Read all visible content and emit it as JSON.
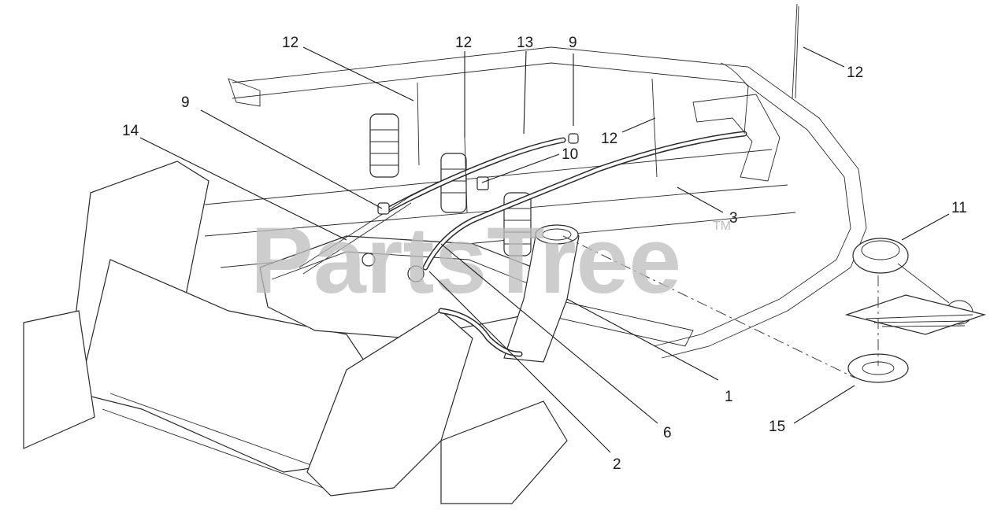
{
  "diagram": {
    "watermark": "PartsTree",
    "trademark": "TM",
    "callouts": [
      {
        "id": "c12a",
        "label": "12"
      },
      {
        "id": "c12b",
        "label": "12"
      },
      {
        "id": "c13",
        "label": "13"
      },
      {
        "id": "c9a",
        "label": "9"
      },
      {
        "id": "c12c",
        "label": "12"
      },
      {
        "id": "c9b",
        "label": "9"
      },
      {
        "id": "c14",
        "label": "14"
      },
      {
        "id": "c10",
        "label": "10"
      },
      {
        "id": "c12d",
        "label": "12"
      },
      {
        "id": "c3",
        "label": "3"
      },
      {
        "id": "c11",
        "label": "11"
      },
      {
        "id": "c1",
        "label": "1"
      },
      {
        "id": "c6",
        "label": "6"
      },
      {
        "id": "c2",
        "label": "2"
      },
      {
        "id": "c15",
        "label": "15"
      }
    ]
  }
}
